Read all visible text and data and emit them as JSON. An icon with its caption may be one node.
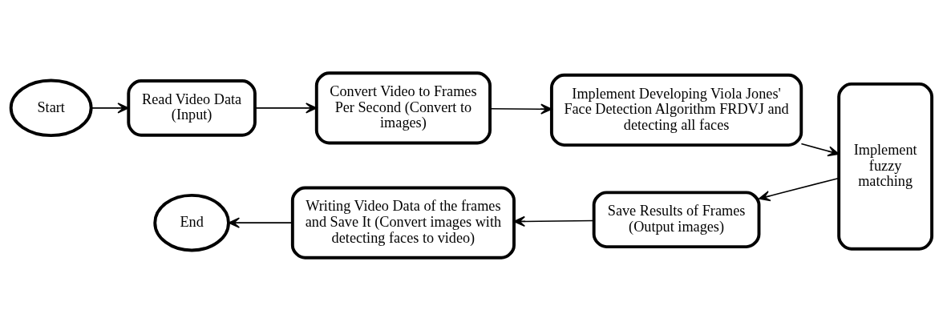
{
  "diagram": {
    "nodes": [
      {
        "text": [
          "Start"
        ]
      },
      {
        "text": [
          "Read Video Data (Input)"
        ]
      },
      {
        "text": [
          "Convert Video to Frames Per Second (Convert to images)"
        ]
      },
      {
        "text": [
          "Implement Developing Viola Jones' Face Detection Algorithm FRDVJ and detecting all faces"
        ]
      },
      {
        "text": [
          "Implement fuzzy matching"
        ]
      },
      {
        "text": [
          "Save Results of Frames (Output images)"
        ]
      },
      {
        "text": [
          "Writing Video Data of the frames and Save It (Convert images with detecting faces to video)"
        ]
      },
      {
        "text": [
          "End"
        ]
      }
    ],
    "edges": [
      {
        "from": 0,
        "to": 1,
        "arrow": "to"
      },
      {
        "from": 1,
        "to": 2,
        "arrow": "to"
      },
      {
        "from": 2,
        "to": 3,
        "arrow": "to"
      },
      {
        "from": 3,
        "to": 4,
        "arrow": "to"
      },
      {
        "from": 4,
        "to": 5,
        "arrow": "to"
      },
      {
        "from": 5,
        "to": 6,
        "arrow": "to"
      },
      {
        "from": 6,
        "to": 7,
        "arrow": "to"
      }
    ]
  }
}
